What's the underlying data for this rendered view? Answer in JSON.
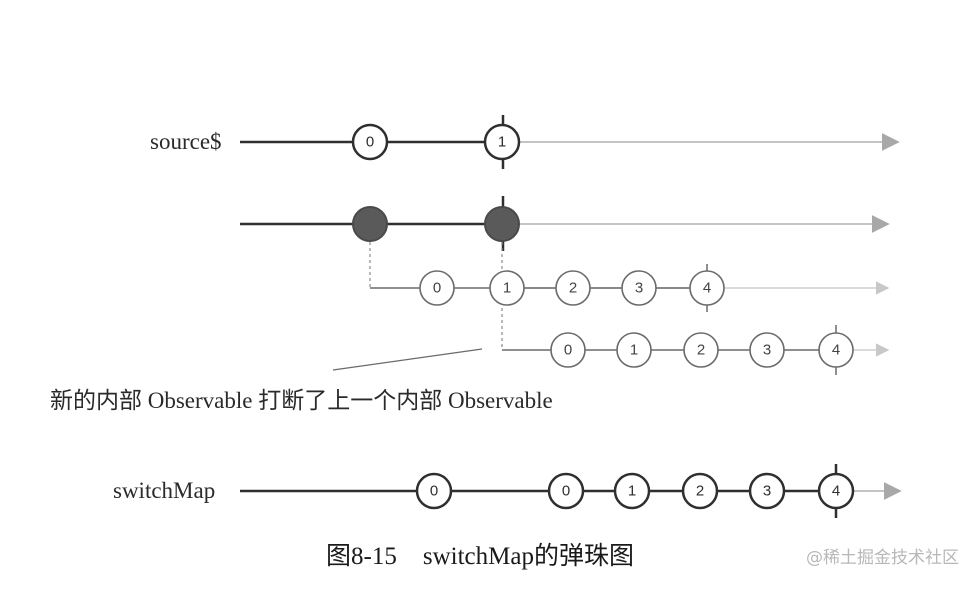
{
  "streams": {
    "source": {
      "label": "source$",
      "values": [
        "0",
        "1"
      ]
    },
    "projection": {
      "label": ""
    },
    "inner1": {
      "values": [
        "0",
        "1",
        "2",
        "3",
        "4"
      ]
    },
    "inner2": {
      "values": [
        "0",
        "1",
        "2",
        "3",
        "4"
      ]
    },
    "switchMap": {
      "label": "switchMap",
      "values": [
        "0",
        "0",
        "1",
        "2",
        "3",
        "4"
      ]
    }
  },
  "annotation": "新的内部 Observable 打断了上一个内部 Observable",
  "caption": {
    "figure_number": "图8-15",
    "title": "switchMap的弹珠图"
  },
  "watermark": "@稀土掘金技术社区",
  "colors": {
    "line_active": "#2f2f2f",
    "line_faded": "#c4c4c4",
    "marble_stroke": "#2f2f2f",
    "marble_faded_stroke": "#8a8a8a",
    "filled_marble": "#5a5a5a"
  }
}
